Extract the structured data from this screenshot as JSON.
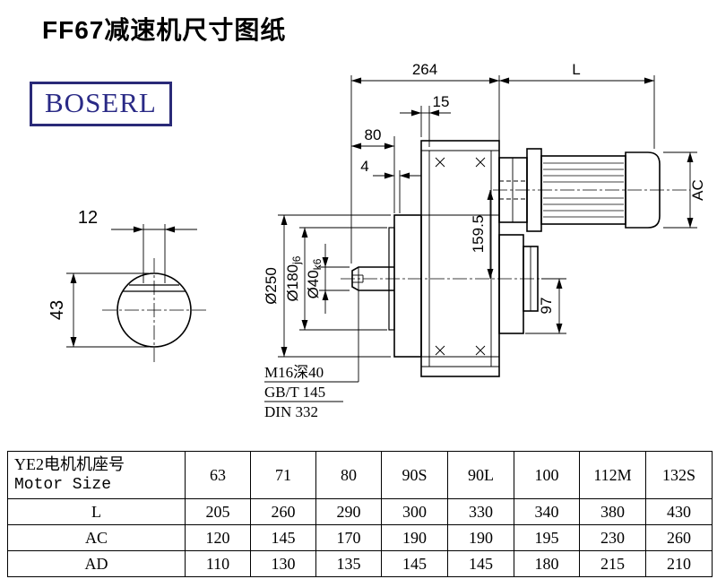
{
  "page": {
    "title": "FF67减速机尺寸图纸",
    "brand": "BOSERL"
  },
  "drawing": {
    "dim_264": "264",
    "dim_L": "L",
    "dim_15": "15",
    "dim_80": "80",
    "dim_4": "4",
    "dim_12": "12",
    "dim_43": "43",
    "dim_d250": "Ø250",
    "dim_d180": "Ø180",
    "dim_d180_tol": "j6",
    "dim_d40": "Ø40",
    "dim_d40_tol": "k6",
    "dim_159_5": "159.5",
    "dim_97": "97",
    "dim_AC": "AC",
    "note_1": "M16深40",
    "note_2": "GB/T 145",
    "note_3": "DIN 332"
  },
  "table": {
    "motor_header_cn": "YE2电机机座号",
    "motor_header_en": "Motor Size",
    "sizes": [
      "63",
      "71",
      "80",
      "90S",
      "90L",
      "100",
      "112M",
      "132S"
    ],
    "rows": [
      {
        "label": "L",
        "values": [
          "205",
          "260",
          "290",
          "300",
          "330",
          "340",
          "380",
          "430"
        ]
      },
      {
        "label": "AC",
        "values": [
          "120",
          "145",
          "170",
          "190",
          "190",
          "195",
          "230",
          "260"
        ]
      },
      {
        "label": "AD",
        "values": [
          "110",
          "130",
          "135",
          "145",
          "145",
          "180",
          "215",
          "210"
        ]
      }
    ]
  }
}
